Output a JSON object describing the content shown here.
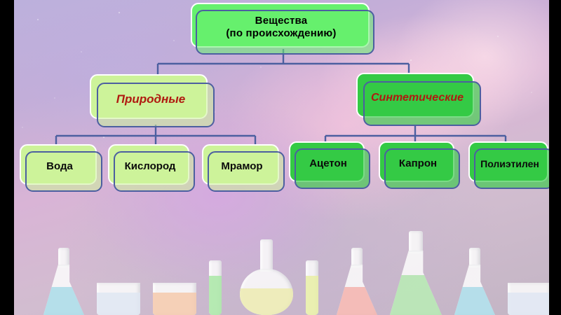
{
  "diagram": {
    "title_node": {
      "text": "Вещества\n(по происхождению)",
      "fill": "#66f06e",
      "text_color": "#000000"
    },
    "branches": [
      {
        "label": "Природные",
        "fill": "#cdf39a",
        "body_fill": "rgba(205,243,154,0.55)",
        "text_color": "#b01a10",
        "children": [
          {
            "label": "Вода",
            "fill": "#cdf39a"
          },
          {
            "label": "Кислород",
            "fill": "#cdf39a"
          },
          {
            "label": "Мрамор",
            "fill": "#cdf39a"
          }
        ]
      },
      {
        "label": "Синтетические",
        "fill": "#34ca45",
        "body_fill": "rgba(52,202,69,0.65)",
        "text_color": "#b01a10",
        "children": [
          {
            "label": "Ацетон",
            "fill": "#34ca45"
          },
          {
            "label": "Капрон",
            "fill": "#34ca45"
          },
          {
            "label": "Полиэтилен",
            "fill": "#34ca45"
          }
        ]
      }
    ],
    "connector_color": "#4c5fa0",
    "outline_color": "#4c5fa0",
    "node_border_color": "#ffffff"
  },
  "background": {
    "kind": "space-nebula-photo",
    "letterbox_color": "#000000"
  },
  "glassware": [
    {
      "name": "conical-flask",
      "liquid": "#a9dbe8"
    },
    {
      "name": "beaker",
      "liquid": "#dfe6f2"
    },
    {
      "name": "beaker",
      "liquid": "#f5c9ab"
    },
    {
      "name": "test-tube",
      "liquid": "#a9e8a6"
    },
    {
      "name": "round-bottom-flask",
      "liquid": "#ecebb0"
    },
    {
      "name": "test-tube",
      "liquid": "#e8eea4"
    },
    {
      "name": "conical-flask",
      "liquid": "#f3b3ad"
    },
    {
      "name": "conical-flask-large",
      "liquid": "#b0e3ad"
    },
    {
      "name": "conical-flask",
      "liquid": "#a9dbe8"
    },
    {
      "name": "beaker",
      "liquid": "#dfe6f2"
    },
    {
      "name": "beaker",
      "liquid": "#f5c9ab"
    },
    {
      "name": "test-tube",
      "liquid": "#a9e8a6"
    },
    {
      "name": "round-bottom-flask",
      "liquid": "#ecebb0"
    },
    {
      "name": "test-tube",
      "liquid": "#e8eea4"
    },
    {
      "name": "conical-flask",
      "liquid": "#f3b3ad"
    },
    {
      "name": "conical-flask-large",
      "liquid": "#b0e3ad"
    }
  ]
}
